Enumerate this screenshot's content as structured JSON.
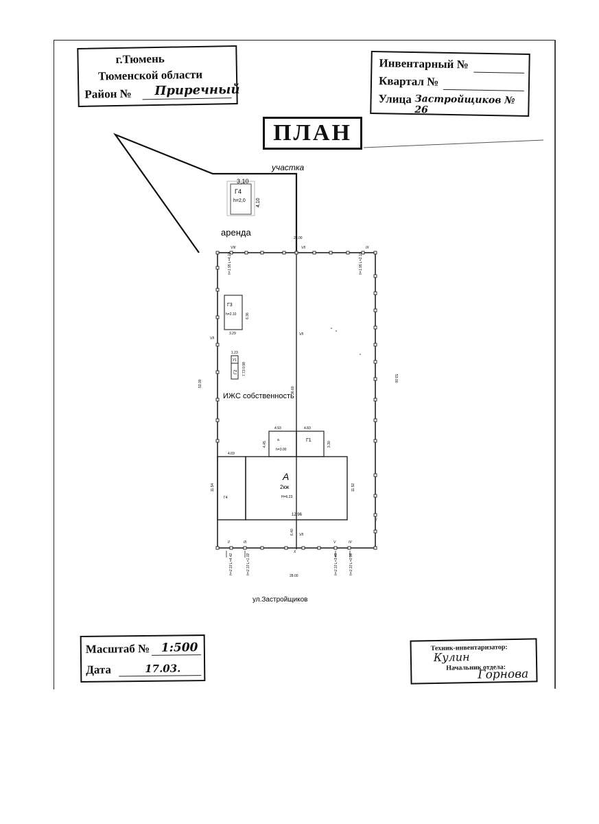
{
  "header_stamp": {
    "city": "г.Тюмень",
    "region": "Тюменской области",
    "district_label": "Район №",
    "district_value": "Приречный"
  },
  "inventory_stamp": {
    "inventory_label": "Инвентарный №",
    "quarter_label": "Квартал №",
    "street_label": "Улица",
    "street_value": "Застройщиков № 26"
  },
  "title": "ПЛАН",
  "plan": {
    "uchastok_label": "участка",
    "arenda_label": "аренда",
    "ownership_label": "ИЖС собственность",
    "street_bottom": "ул.Застройщиков",
    "g4_label": "Г4",
    "g4_height": "h=2,0",
    "g4_width": "3,10",
    "g4_depth": "4,10",
    "g3_label": "Г3",
    "g3_height": "h=2.10",
    "g3_width": "3.29",
    "g3_depth": "6.36",
    "g2_label": "Г2",
    "g2_mark": "У1",
    "g2_width": "1.23",
    "g2_depth": "7.73 0.98",
    "g1_label": "Г1",
    "a_small_label": "а",
    "a_small_height": "h=3.00",
    "a_small_width": "4.93",
    "a_small_depth": "4.45",
    "g1_width": "4.83",
    "g1_depth": "3.30",
    "house_label": "А",
    "house_type": "2кж",
    "house_height": "H=6.23",
    "house_width": "12.96",
    "house_left": "4.69",
    "house_depth_left": "11.54",
    "house_depth_right": "11.52",
    "g_side_label": "Г4",
    "dim_left": "53.00",
    "dim_right": "53.00",
    "dim_center": "36.60",
    "dim_top": "28.00",
    "dim_bottom": "28.00",
    "dim_bottom_gap": "6.40",
    "fence_VIII": "VIII",
    "fence_VII_top": "VII",
    "fence_IX": "IX",
    "fence_VII_left": "VII",
    "fence_VII_center": "VII",
    "fence_VII_bottom": "VII",
    "fence_I": "I",
    "fence_II": "II",
    "fence_III": "III",
    "fence_V": "V",
    "fence_IV": "IV",
    "fence_X": "X",
    "fence_VIII_h": "h=1.95 L=4.21",
    "fence_IX_h": "h=1.95 L=2.10",
    "fence_II_h": "h=2.10 L=4.42",
    "fence_III_h": "h=2.10 L=1.02",
    "fence_V_h": "h=2.10 L=3.49",
    "fence_IV_h": "h=2.10 L=0.96"
  },
  "scale_stamp": {
    "scale_label": "Масштаб №",
    "scale_value": "1:500",
    "date_label": "Дата",
    "date_value": "17.03."
  },
  "tech_stamp": {
    "tech_label": "Техник-инвентаризатор:",
    "tech_sign": "Кулин",
    "head_label": "Начальник отдела:",
    "head_sign": "Горнова"
  }
}
